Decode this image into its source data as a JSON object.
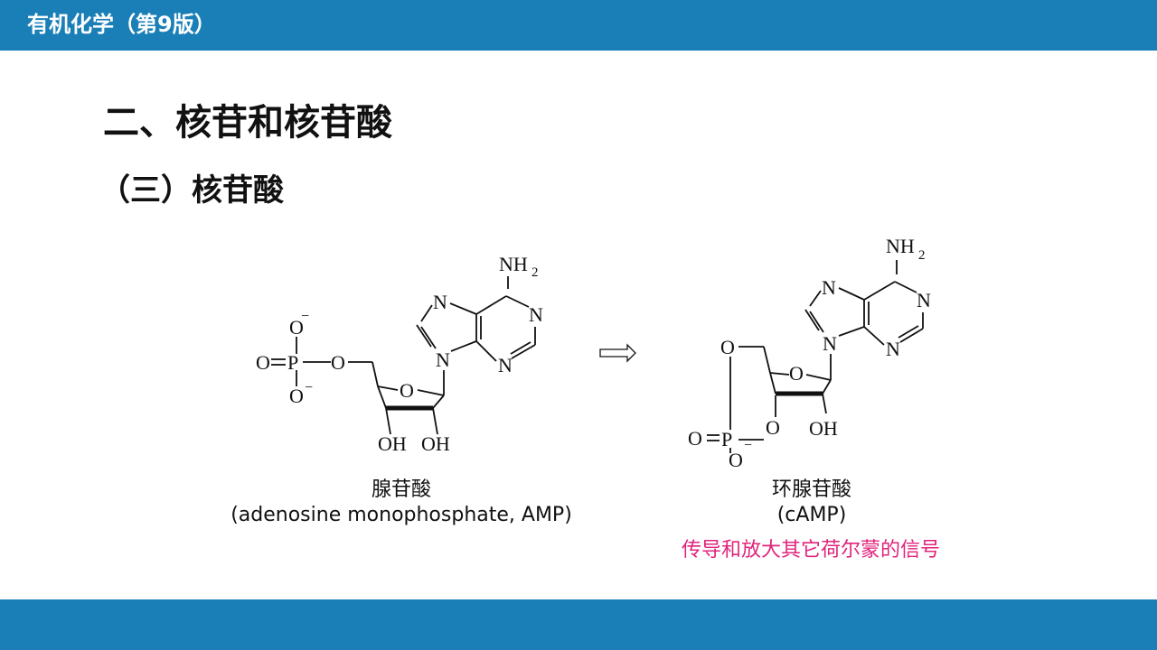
{
  "header": {
    "title": "有机化学（第9版）"
  },
  "slide": {
    "heading": "二、核苷和核苷酸",
    "subheading": "（三）核苷酸",
    "amp": {
      "name_cn": "腺苷酸",
      "name_en": "(adenosine monophosphate, AMP)"
    },
    "camp": {
      "name_cn": "环腺苷酸",
      "name_en": "(cAMP)",
      "note": "传导和放大其它荷尔蒙的信号"
    }
  },
  "colors": {
    "bar": "#1a7fb7",
    "accent_text": "#e0247c"
  }
}
